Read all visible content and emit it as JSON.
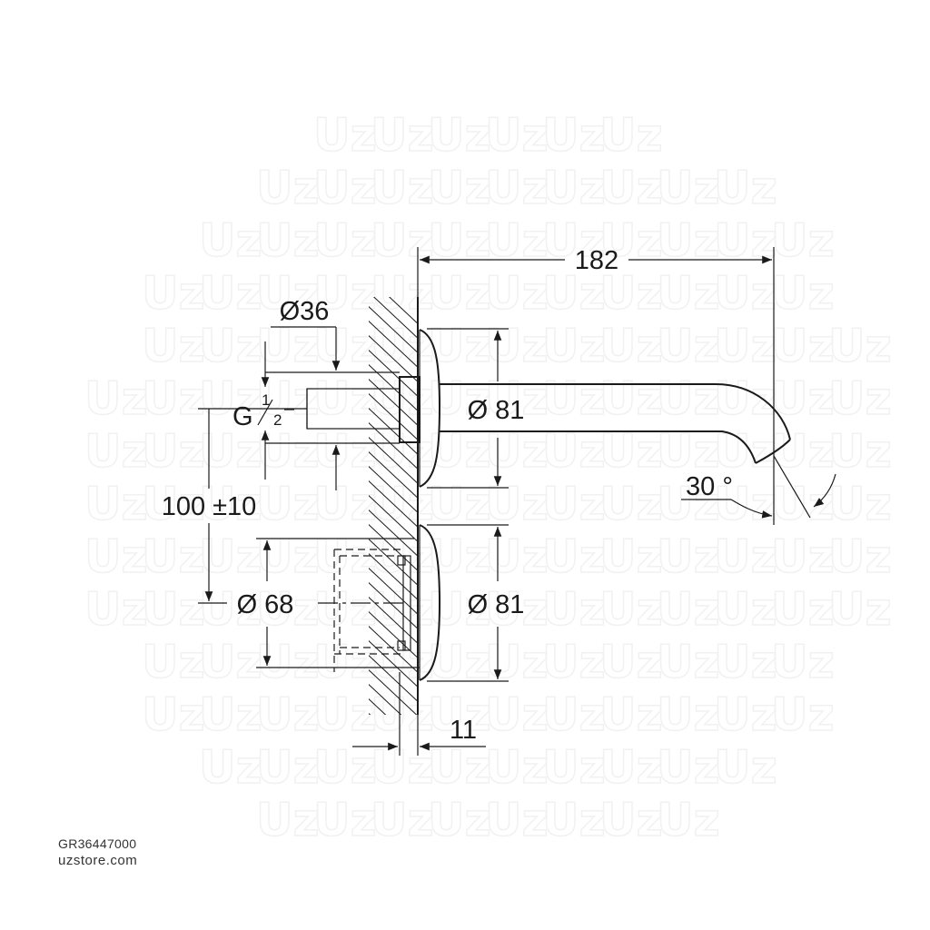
{
  "watermark": {
    "text": "Uz"
  },
  "dimensions": {
    "overall_length": "182",
    "inlet_diameter": "Ø36",
    "thread_main": "G",
    "thread_num": "1",
    "thread_den": "2",
    "center_distance": "100 ±10",
    "spout_rosette_diameter": "Ø 81",
    "handle_rosette_diameter": "Ø 81",
    "body_diameter": "Ø 68",
    "rosette_depth": "11",
    "spout_angle": "30 °"
  },
  "footer": {
    "product_code": "GR36447000",
    "website": "uzstore.com"
  }
}
